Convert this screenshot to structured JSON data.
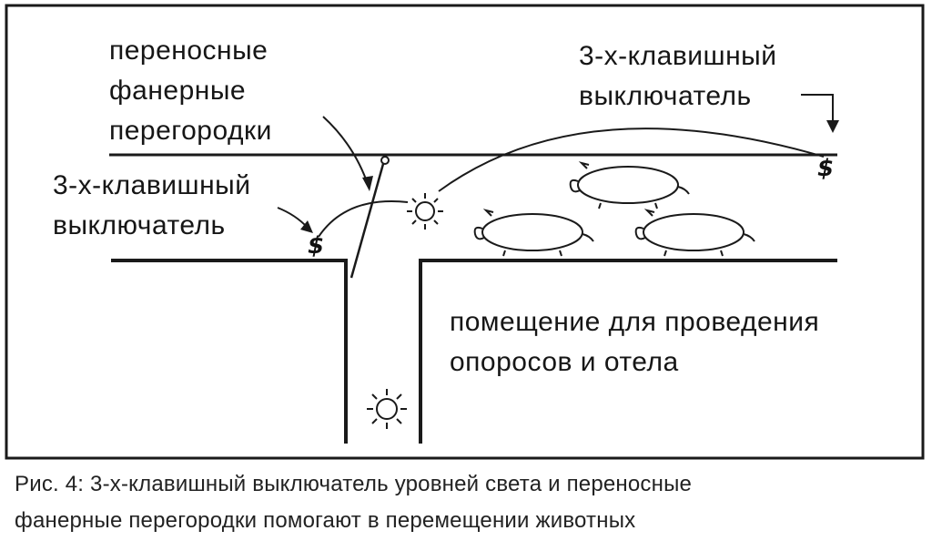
{
  "labels": {
    "partitions": [
      "переносные",
      "фанерные",
      "перегородки"
    ],
    "switch_right": [
      "3-х-клавишный",
      "выключатель"
    ],
    "switch_left": [
      "3-х-клавишный",
      "выключатель"
    ],
    "room": [
      "помещение для проведения",
      "опоросов и отела"
    ],
    "switch_symbol": "$"
  },
  "caption": [
    "Рис. 4: 3-х-клавишный выключатель уровней света и переносные",
    "фанерные перегородки помогают в перемещении животных"
  ],
  "icons": {
    "lamp": "sun-icon",
    "switch": "switch-icon",
    "animal": "pig-icon"
  }
}
